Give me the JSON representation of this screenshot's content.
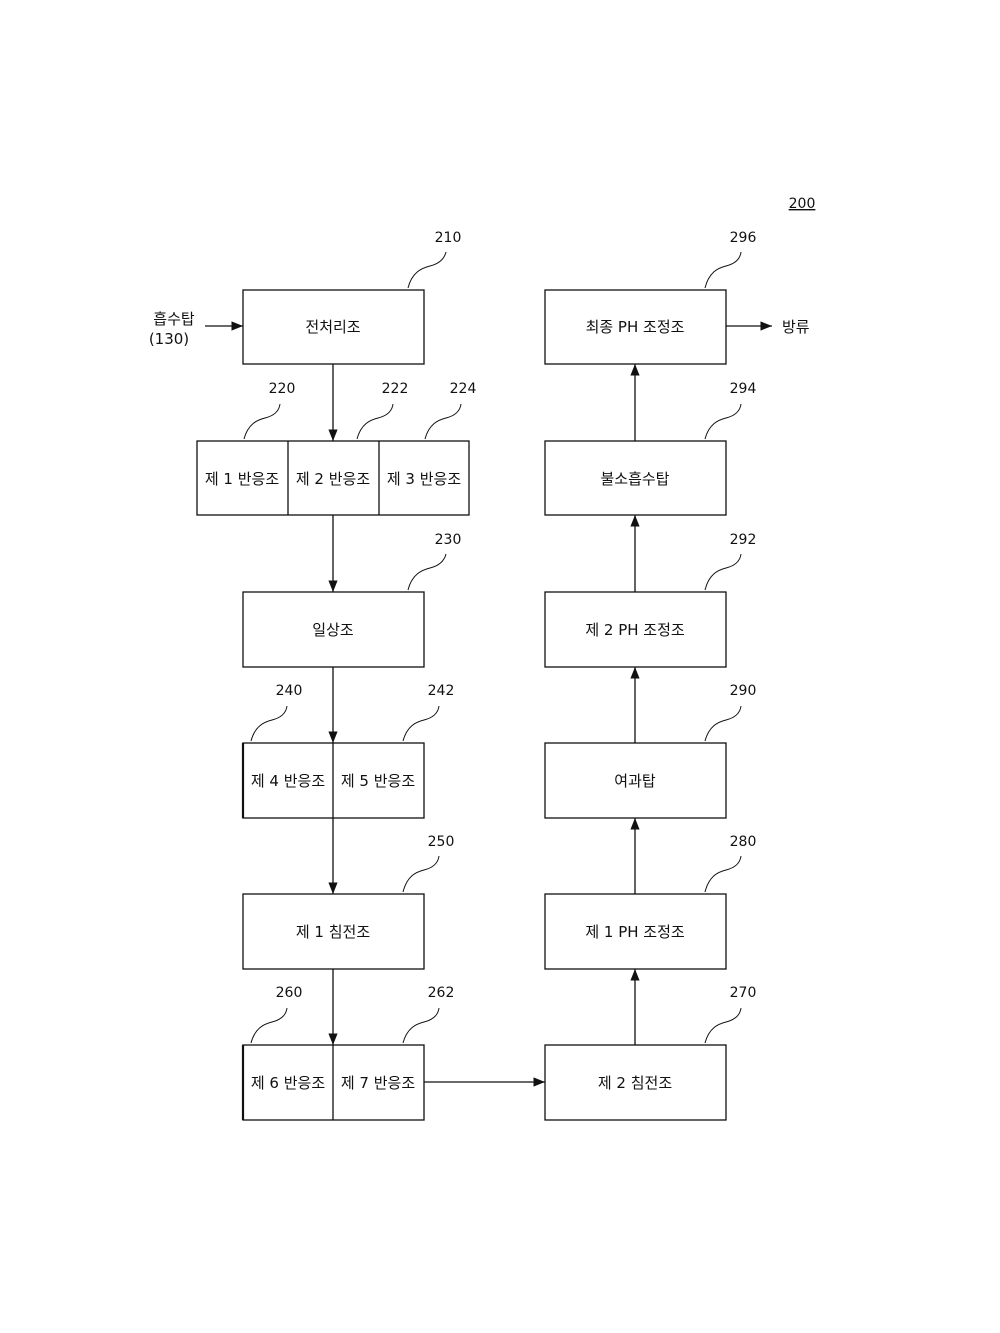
{
  "figure_number": "200",
  "input": {
    "label": "흡수탑",
    "sub": "(130)"
  },
  "output": {
    "label": "방류"
  },
  "blocks": {
    "pretreat": {
      "label": "전처리조",
      "ref": "210"
    },
    "reactor1": {
      "label": "제 1 반응조",
      "ref": "220"
    },
    "reactor2": {
      "label": "제 2 반응조",
      "ref": "222"
    },
    "reactor3": {
      "label": "제 3 반응조",
      "ref": "224"
    },
    "daily": {
      "label": "일상조",
      "ref": "230"
    },
    "reactor4": {
      "label": "제 4 반응조",
      "ref": "240"
    },
    "reactor5": {
      "label": "제 5 반응조",
      "ref": "242"
    },
    "settle1": {
      "label": "제 1 침전조",
      "ref": "250"
    },
    "reactor6": {
      "label": "제 6 반응조",
      "ref": "260"
    },
    "reactor7": {
      "label": "제 7 반응조",
      "ref": "262"
    },
    "settle2": {
      "label": "제 2 침전조",
      "ref": "270"
    },
    "ph1": {
      "label": "제 1 PH 조정조",
      "ref": "280"
    },
    "filter": {
      "label": "여과탑",
      "ref": "290"
    },
    "ph2": {
      "label": "제 2 PH 조정조",
      "ref": "292"
    },
    "fluorine": {
      "label": "불소흡수탑",
      "ref": "294"
    },
    "final_ph": {
      "label": "최종 PH 조정조",
      "ref": "296"
    }
  }
}
